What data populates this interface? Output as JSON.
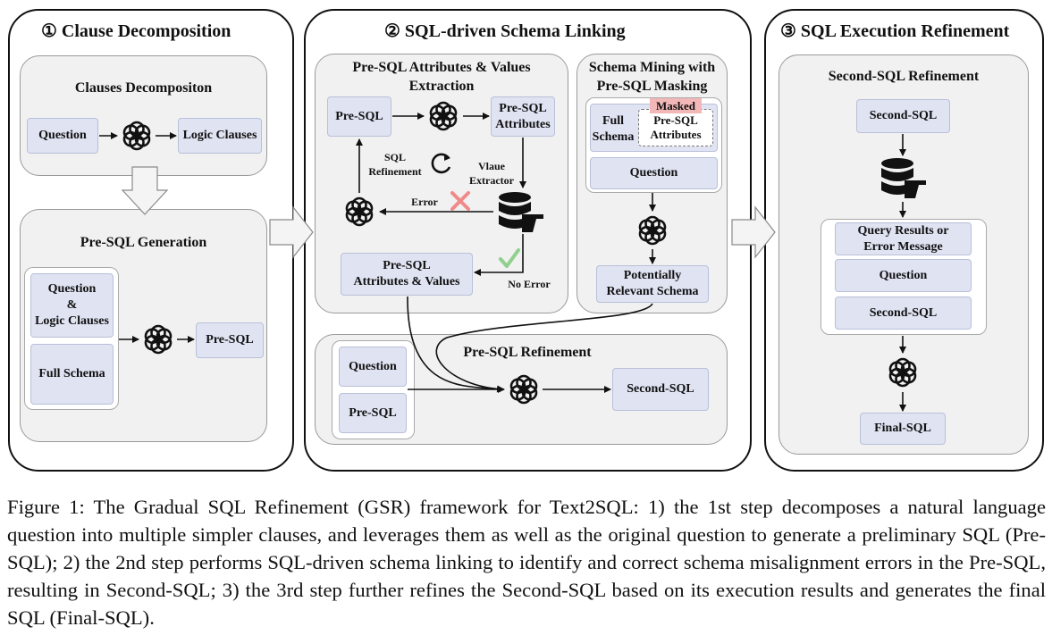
{
  "panes": {
    "p1": {
      "title": "① Clause Decomposition"
    },
    "p2": {
      "title": "② SQL-driven Schema Linking"
    },
    "p3": {
      "title": "③ SQL Execution Refinement"
    }
  },
  "clause_decomp": {
    "title": "Clauses Decompositon",
    "question": "Question",
    "logic_clauses": "Logic Clauses"
  },
  "presql_gen": {
    "title": "Pre-SQL Generation",
    "question_logic": [
      "Question",
      "&",
      "Logic Clauses"
    ],
    "full_schema": "Full Schema",
    "output": "Pre-SQL"
  },
  "attr_extract": {
    "title": [
      "Pre-SQL Attributes & Values",
      "Extraction"
    ],
    "presql": "Pre-SQL",
    "attributes": [
      "Pre-SQL",
      "Attributes"
    ],
    "sql_refinement": [
      "SQL",
      "Refinement"
    ],
    "value_extractor": [
      "Vlaue",
      "Extractor"
    ],
    "error": "Error",
    "no_error": "No Error",
    "attr_values": [
      "Pre-SQL",
      "Attributes & Values"
    ]
  },
  "schema_mining": {
    "title": [
      "Schema Mining with",
      "Pre-SQL Masking"
    ],
    "full_schema": [
      "Full",
      "Schema"
    ],
    "masked": "Masked",
    "masked_attrs": [
      "Pre-SQL",
      "Attributes"
    ],
    "question": "Question",
    "relevant": [
      "Potentially",
      "Relevant Schema"
    ]
  },
  "presql_refine": {
    "title": "Pre-SQL Refinement",
    "question": "Question",
    "presql": "Pre-SQL",
    "output": "Second-SQL"
  },
  "exec_refine": {
    "title": "Second-SQL Refinement",
    "second_sql": "Second-SQL",
    "results": [
      "Query Results or",
      "Error Message"
    ],
    "question": "Question",
    "second_sql_2": "Second-SQL",
    "final": "Final-SQL"
  },
  "icons": [
    "openai-logo-icon",
    "database-icon",
    "refresh-icon",
    "cross-icon",
    "check-icon",
    "hollow-arrow-icon"
  ],
  "colors": {
    "box": "#dfe3f2",
    "panel": "#f1f1f1",
    "cross": "#f08a8a",
    "check": "#8fd08f",
    "masked": "#f3b7b7"
  },
  "caption": "Figure 1: The Gradual SQL Refinement (GSR) framework for Text2SQL: 1) the 1st step decomposes a natural language question into multiple simpler clauses, and leverages them as well as the original question to generate a preliminary SQL (Pre-SQL); 2) the 2nd step performs SQL-driven schema linking to identify and correct schema misalignment errors in the Pre-SQL, resulting in Second-SQL; 3) the 3rd step further refines the Second-SQL based on its execution results and generates the final SQL (Final-SQL)."
}
